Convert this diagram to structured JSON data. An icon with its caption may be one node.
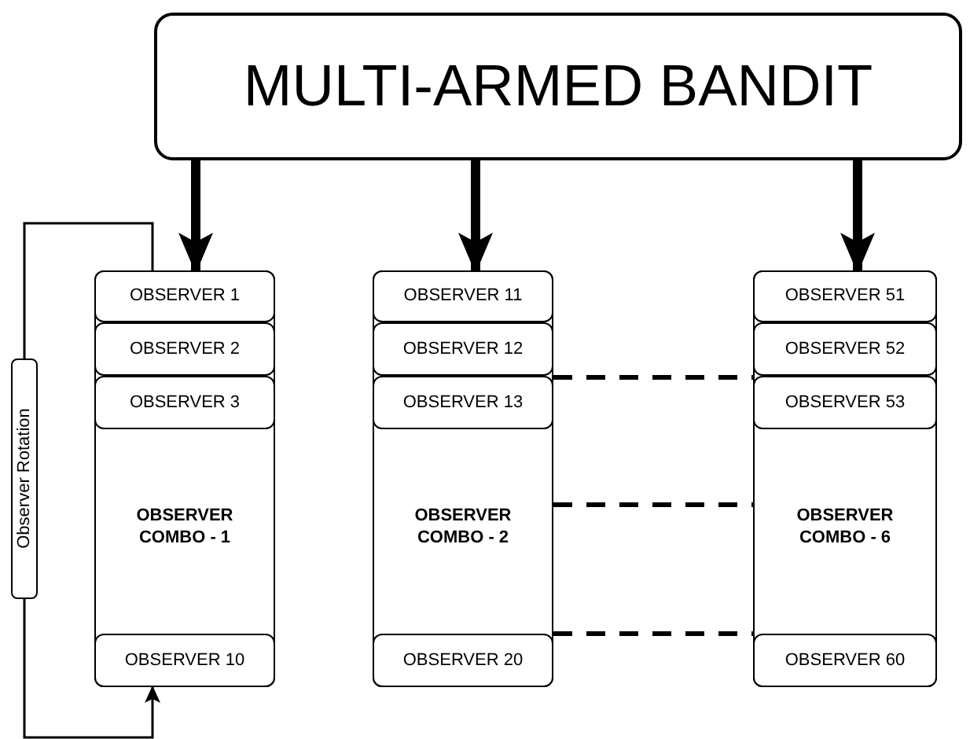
{
  "diagram": {
    "nodes": [
      {
        "text": [
          "MULTI-ARMED BANDIT"
        ]
      },
      {
        "text": [
          "OBSERVER COMBO - 1"
        ]
      },
      {
        "text": [
          "OBSERVER 1"
        ],
        "in": 1
      },
      {
        "text": [
          "OBSERVER 2"
        ],
        "in": 1
      },
      {
        "text": [
          "OBSERVER 3"
        ],
        "in": 1
      },
      {
        "text": [
          "OBSERVER 10"
        ],
        "in": 1
      },
      {
        "text": [
          "OBSERVER COMBO - 2"
        ]
      },
      {
        "text": [
          "OBSERVER 11"
        ],
        "in": 6
      },
      {
        "text": [
          "OBSERVER 12"
        ],
        "in": 6
      },
      {
        "text": [
          "OBSERVER 13"
        ],
        "in": 6
      },
      {
        "text": [
          "OBSERVER 20"
        ],
        "in": 6
      },
      {
        "text": [
          "OBSERVER COMBO - 6"
        ]
      },
      {
        "text": [
          "OBSERVER 51"
        ],
        "in": 11
      },
      {
        "text": [
          "OBSERVER 52"
        ],
        "in": 11
      },
      {
        "text": [
          "OBSERVER 53"
        ],
        "in": 11
      },
      {
        "text": [
          "OBSERVER 60"
        ],
        "in": 11
      },
      {
        "text": [
          "Observer Rotation"
        ]
      }
    ],
    "edges": [
      {
        "from": 0,
        "to": 1,
        "arrow": "to",
        "style": "thick"
      },
      {
        "from": 0,
        "to": 6,
        "arrow": "to",
        "style": "thick"
      },
      {
        "from": 0,
        "to": 11,
        "arrow": "to",
        "style": "thick"
      },
      {
        "from": 2,
        "to": 16,
        "arrow": "none"
      },
      {
        "from": 16,
        "to": 5,
        "arrow": "to"
      },
      {
        "from": 6,
        "to": 11,
        "arrow": "none",
        "style": "dashed"
      },
      {
        "from": 6,
        "to": 11,
        "arrow": "none",
        "style": "dashed"
      },
      {
        "from": 6,
        "to": 11,
        "arrow": "none",
        "style": "dashed"
      }
    ]
  }
}
